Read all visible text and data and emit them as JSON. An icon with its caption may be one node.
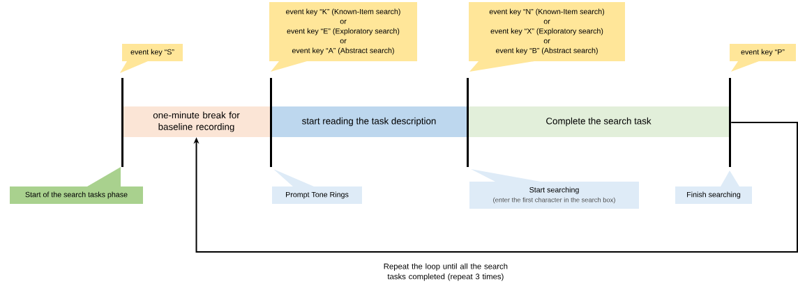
{
  "diagram": {
    "nodes": [
      {
        "text": [
          "one-minute break for baseline recording"
        ]
      },
      {
        "text": [
          "start reading the task description"
        ]
      },
      {
        "text": [
          "Complete the search task"
        ]
      },
      {
        "text": [
          "event key “S”"
        ]
      },
      {
        "text": [
          "event key “K” (Known-Item search)",
          "or",
          "event key “E” (Exploratory search)",
          "or",
          "event key “A” (Abstract search)"
        ]
      },
      {
        "text": [
          "event key “N” (Known-Item search)",
          "or",
          "event key “X” (Exploratory search)",
          "or",
          "event key “B” (Abstract search)"
        ]
      },
      {
        "text": [
          "event key “P”"
        ]
      },
      {
        "text": [
          "Start of the search tasks phase"
        ]
      },
      {
        "text": [
          "Prompt Tone Rings"
        ]
      },
      {
        "text": [
          "Start searching",
          "(enter the first character in the search box)"
        ]
      },
      {
        "text": [
          "Finish searching"
        ]
      },
      {
        "text": [],
        "shape": "bar"
      },
      {
        "text": [],
        "shape": "bar"
      },
      {
        "text": [],
        "shape": "bar"
      },
      {
        "text": [],
        "shape": "bar"
      }
    ],
    "edges": [
      {
        "from": 14,
        "to": 0,
        "arrow": "to",
        "label": "Repeat the loop until all the search tasks completed (repeat 3 times)"
      }
    ]
  }
}
